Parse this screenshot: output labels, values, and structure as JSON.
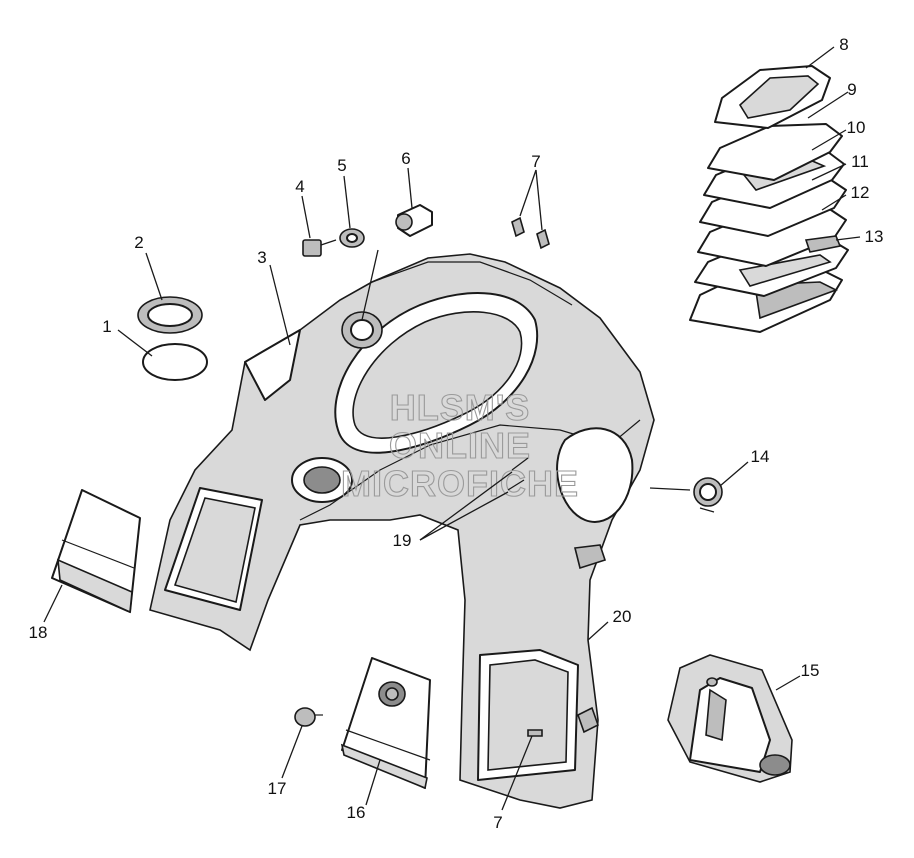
{
  "watermark": {
    "lines": [
      "HLSM'S",
      "ONLINE",
      "MICROFICHE"
    ]
  },
  "callouts": [
    {
      "id": "c1",
      "label": "1"
    },
    {
      "id": "c2",
      "label": "2"
    },
    {
      "id": "c3",
      "label": "3"
    },
    {
      "id": "c4",
      "label": "4"
    },
    {
      "id": "c5",
      "label": "5"
    },
    {
      "id": "c6",
      "label": "6"
    },
    {
      "id": "c7a",
      "label": "7"
    },
    {
      "id": "c8",
      "label": "8"
    },
    {
      "id": "c9",
      "label": "9"
    },
    {
      "id": "c10",
      "label": "10"
    },
    {
      "id": "c11",
      "label": "11"
    },
    {
      "id": "c12",
      "label": "12"
    },
    {
      "id": "c13",
      "label": "13"
    },
    {
      "id": "c14",
      "label": "14"
    },
    {
      "id": "c15",
      "label": "15"
    },
    {
      "id": "c16",
      "label": "16"
    },
    {
      "id": "c17",
      "label": "17"
    },
    {
      "id": "c18",
      "label": "18"
    },
    {
      "id": "c19",
      "label": "19"
    },
    {
      "id": "c20",
      "label": "20"
    },
    {
      "id": "c7b",
      "label": "7"
    }
  ]
}
